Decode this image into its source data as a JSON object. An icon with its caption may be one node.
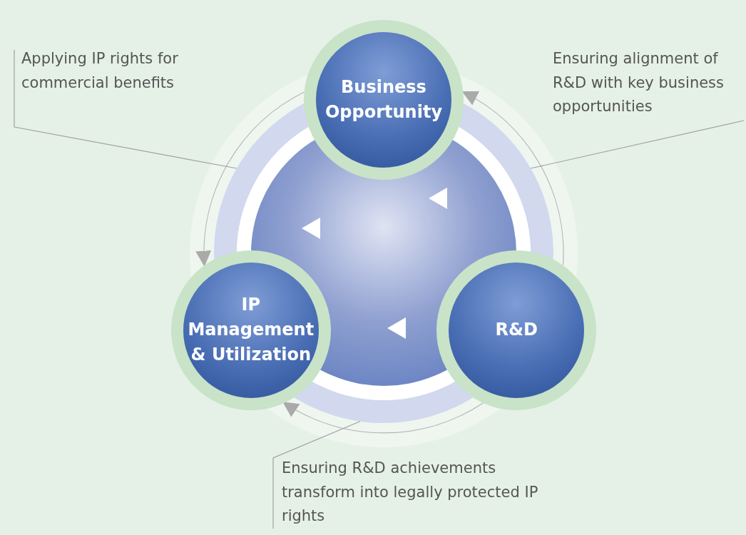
{
  "diagram": {
    "nodes": [
      {
        "text": [
          "Business Opportunity"
        ]
      },
      {
        "text": [
          "R&D"
        ]
      },
      {
        "text": [
          "IP Management & Utilization"
        ]
      },
      {
        "text": [
          "Applying IP rights for commercial benefits"
        ]
      },
      {
        "text": [
          "Ensuring alignment of R&D with key business opportunities"
        ]
      },
      {
        "text": [
          "Ensuring R&D achievements transform into legally protected IP rights"
        ]
      }
    ],
    "edges": [
      {
        "from": 0,
        "to": 2,
        "arrow": "to"
      },
      {
        "from": 1,
        "to": 0,
        "arrow": "to"
      },
      {
        "from": 1,
        "to": 2,
        "arrow": "to"
      },
      {
        "from": 3,
        "to": null,
        "arrow": "none"
      },
      {
        "from": 4,
        "to": null,
        "arrow": "none"
      },
      {
        "from": 5,
        "to": null,
        "arrow": "none"
      }
    ]
  }
}
